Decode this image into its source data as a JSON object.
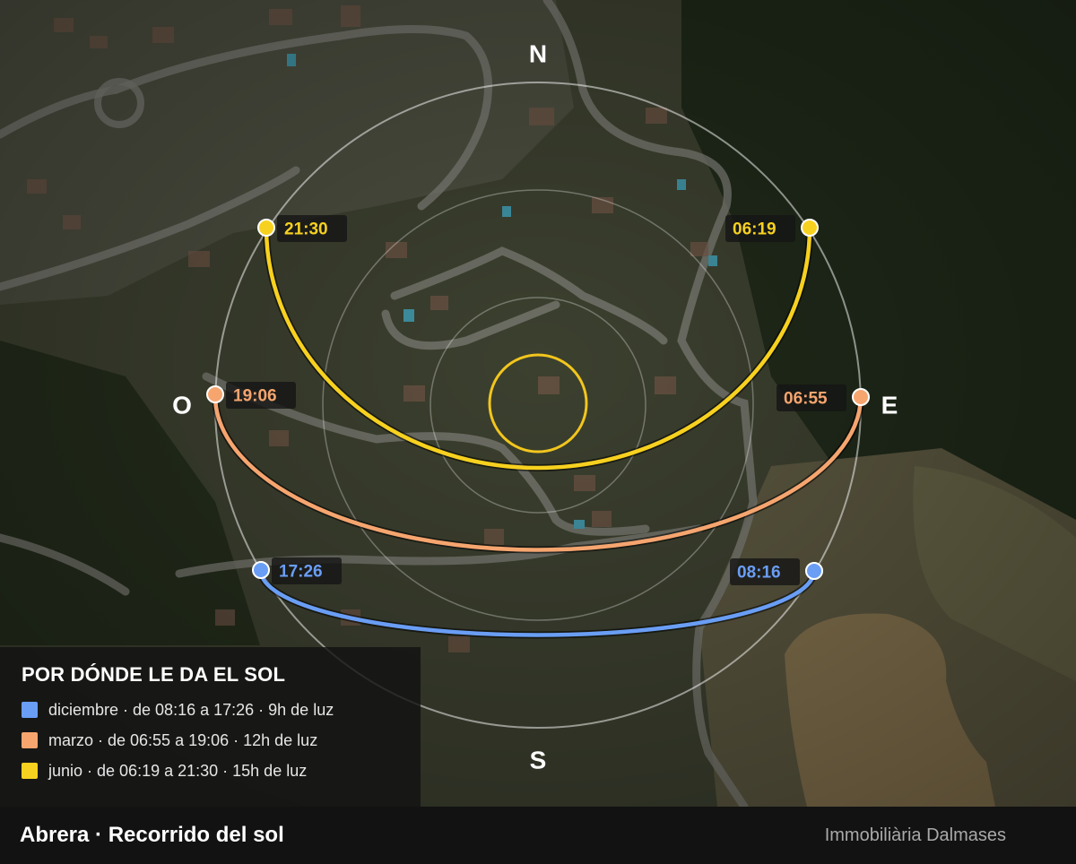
{
  "map": {
    "compass": {
      "north": "N",
      "south": "S",
      "east": "E",
      "west": "O"
    },
    "colors": {
      "december": "#6a9ef5",
      "march": "#f6a56f",
      "june": "#f7d11f",
      "house_ring": "#f2c61d",
      "compass_ring": "#ffffff"
    },
    "sun_paths": [
      {
        "id": "june",
        "sunrise": "06:19",
        "sunset": "21:30",
        "color": "#f7d11f"
      },
      {
        "id": "march",
        "sunrise": "06:55",
        "sunset": "19:06",
        "color": "#f6a56f"
      },
      {
        "id": "december",
        "sunrise": "08:16",
        "sunset": "17:26",
        "color": "#6a9ef5"
      }
    ]
  },
  "legend": {
    "title": "POR DÓNDE LE DA EL SOL",
    "items": [
      {
        "label": "diciembre · de 08:16 a 17:26 · 9h de luz",
        "color": "#6a9ef5"
      },
      {
        "label": "marzo · de 06:55 a 19:06 · 12h de luz",
        "color": "#f6a56f"
      },
      {
        "label": "junio · de 06:19 a 21:30 · 15h de luz",
        "color": "#f7d11f"
      }
    ]
  },
  "footer": {
    "title": "Abrera · Recorrido del sol",
    "brand": "Immobiliària Dalmases"
  }
}
